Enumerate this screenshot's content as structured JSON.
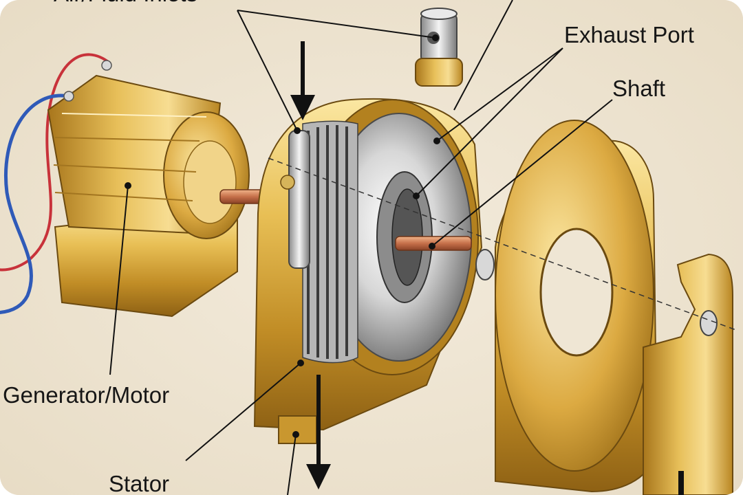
{
  "labels": {
    "inlets": "Air/Fluid Inlets",
    "exhaust": "Exhaust Port",
    "shaft": "Shaft",
    "generator": "Generator/Motor",
    "stator": "Stator"
  }
}
